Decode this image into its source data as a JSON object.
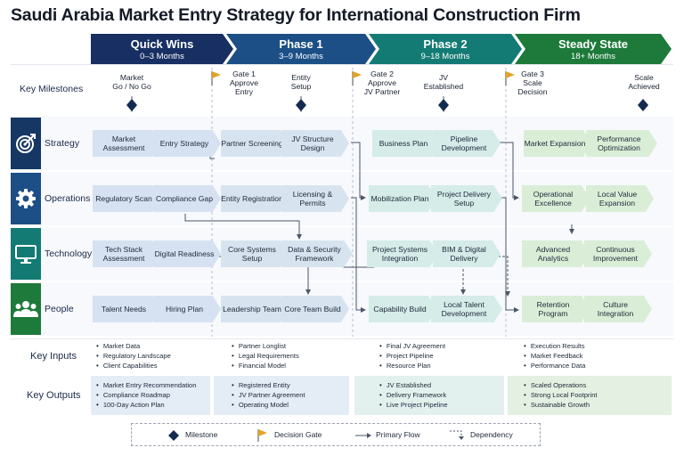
{
  "title": "Saudi Arabia Market Entry Strategy for International Construction Firm",
  "phases": [
    {
      "name": "Quick Wins",
      "duration": "0–3 Months",
      "color": "#172f62"
    },
    {
      "name": "Phase 1",
      "duration": "3–9 Months",
      "color": "#1c4f86"
    },
    {
      "name": "Phase 2",
      "duration": "9–18 Months",
      "color": "#137b74"
    },
    {
      "name": "Steady State",
      "duration": "18+ Months",
      "color": "#1d7a3a"
    }
  ],
  "key_milestones_label": "Key Milestones",
  "milestones": [
    {
      "type": "milestone",
      "line1": "Market",
      "line2": "Go / No Go",
      "line3": ""
    },
    {
      "type": "gate",
      "line1": "Gate 1",
      "line2": "Approve",
      "line3": "Entry"
    },
    {
      "type": "milestone",
      "line1": "Entity",
      "line2": "Setup",
      "line3": ""
    },
    {
      "type": "gate",
      "line1": "Gate 2",
      "line2": "Approve",
      "line3": "JV Partner"
    },
    {
      "type": "milestone",
      "line1": "JV",
      "line2": "Established",
      "line3": ""
    },
    {
      "type": "gate",
      "line1": "Gate 3",
      "line2": "Scale",
      "line3": "Decision"
    },
    {
      "type": "milestone",
      "line1": "Scale",
      "line2": "Achieved",
      "line3": ""
    }
  ],
  "lanes": [
    {
      "name": "Strategy",
      "icon": "target-icon",
      "color": "#163763",
      "steps": [
        [
          "Market Assessment",
          "Entry Strategy"
        ],
        [
          "Partner Screening",
          "JV Structure Design"
        ],
        [
          "Business Plan",
          "Pipeline Development"
        ],
        [
          "Market Expansion",
          "Performance Optimization"
        ]
      ]
    },
    {
      "name": "Operations",
      "icon": "gear-icon",
      "color": "#1c4f86",
      "steps": [
        [
          "Regulatory Scan",
          "Compliance Gap"
        ],
        [
          "Entity Registration",
          "Licensing & Permits"
        ],
        [
          "Mobilization Plan",
          "Project Delivery Setup"
        ],
        [
          "Operational Excellence",
          "Local Value Expansion"
        ]
      ]
    },
    {
      "name": "Technology",
      "icon": "monitor-icon",
      "color": "#137b74",
      "steps": [
        [
          "Tech Stack Assessment",
          "Digital Readiness"
        ],
        [
          "Core Systems Setup",
          "Data & Security Framework"
        ],
        [
          "Project Systems Integration",
          "BIM & Digital Delivery"
        ],
        [
          "Advanced Analytics",
          "Continuous Improvement"
        ]
      ]
    },
    {
      "name": "People",
      "icon": "people-icon",
      "color": "#1d7a3a",
      "steps": [
        [
          "Talent Needs",
          "Hiring Plan"
        ],
        [
          "Leadership Team",
          "Core Team Build"
        ],
        [
          "Capability Build",
          "Local Talent Development"
        ],
        [
          "Retention Program",
          "Culture Integration"
        ]
      ]
    }
  ],
  "key_inputs_label": "Key Inputs",
  "key_inputs": [
    [
      "Market Data",
      "Regulatory Landscape",
      "Client Capabilities"
    ],
    [
      "Partner Longlist",
      "Legal Requirements",
      "Financial Model"
    ],
    [
      "Final JV Agreement",
      "Project Pipeline",
      "Resource Plan"
    ],
    [
      "Execution Results",
      "Market Feedback",
      "Performance Data"
    ]
  ],
  "key_outputs_label": "Key Outputs",
  "key_outputs": [
    [
      "Market Entry Recommendation",
      "Compliance Roadmap",
      "100-Day Action Plan"
    ],
    [
      "Registered Entity",
      "JV Partner Agreement",
      "Operating Model"
    ],
    [
      "JV Established",
      "Delivery Framework",
      "Live Project Pipeline"
    ],
    [
      "Scaled Operations",
      "Strong Local Footprint",
      "Sustainable Growth"
    ]
  ],
  "legend": {
    "milestone": "Milestone",
    "gate": "Decision Gate",
    "primary": "Primary Flow",
    "dependency": "Dependency"
  }
}
